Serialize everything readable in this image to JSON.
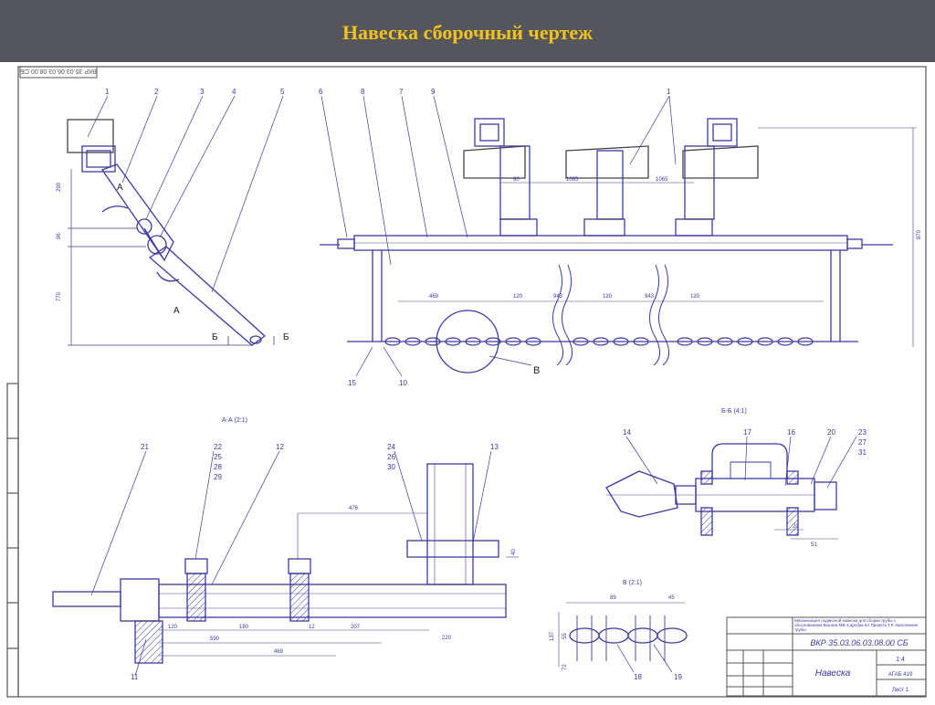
{
  "slide": {
    "title": "Навеска сборочный чертеж",
    "banner_color": "#54565c",
    "title_color": "#f2c11a"
  },
  "drawing": {
    "stamp_code_rotated": "ВКР 35.03.06.03.08.00 СБ",
    "line_color": "#3a3aa0",
    "section_labels": {
      "a_a": "А-А (2:1)",
      "b_b": "Б-Б (4:1)",
      "v": "В (2:1)"
    },
    "view_markers": {
      "a_top": "А",
      "a_bottom": "А",
      "b_left": "Б",
      "b_right": "Б",
      "v": "В"
    },
    "callouts": {
      "top_view": [
        "1",
        "2",
        "3",
        "4",
        "5",
        "6",
        "8",
        "7",
        "9",
        "1"
      ],
      "front_bottom": [
        "15",
        "10"
      ],
      "section_aa": [
        "21",
        "22",
        "25",
        "28",
        "29",
        "12",
        "24",
        "26",
        "30",
        "13",
        "11"
      ],
      "section_bb": [
        "14",
        "17",
        "16",
        "20",
        "23",
        "27",
        "31"
      ],
      "detail_v": [
        "18",
        "19"
      ]
    },
    "dimensions": {
      "side_view": [
        "290",
        "96",
        "770"
      ],
      "top_view": [
        "90",
        "1065",
        "1065",
        "469",
        "120",
        "943",
        "120",
        "943",
        "120",
        "870"
      ],
      "section_aa": [
        "476",
        "120",
        "180",
        "12",
        "590",
        "207",
        "220",
        "469",
        "40"
      ],
      "section_bb": [
        "20",
        "51"
      ],
      "detail_v": [
        "89",
        "45",
        "137",
        "55",
        "72"
      ]
    }
  },
  "title_block": {
    "header": "Механизация подвесной навески для сборки трубы с обоснованием Вешняк МВ-3 дробик КА Проекта Т.Р. Заполнение трубы",
    "code": "ВКР 35.03.06.03.08.00 СБ",
    "name": "Навеска",
    "scale": "1:4",
    "group": "АГАБ 419",
    "sheet_label": "Лист 1"
  }
}
